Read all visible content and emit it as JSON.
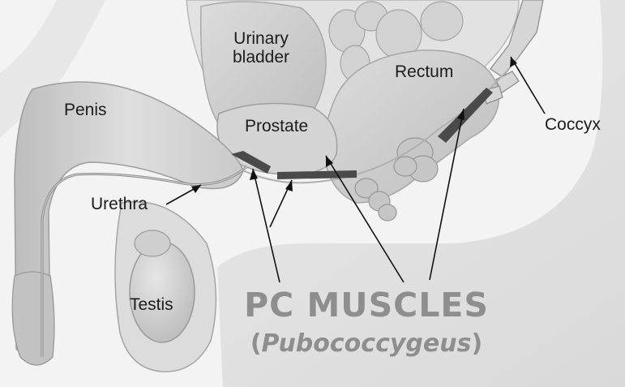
{
  "labels": {
    "urinary_bladder_line1": "Urinary",
    "urinary_bladder_line2": "bladder",
    "rectum": "Rectum",
    "penis": "Penis",
    "prostate": "Prostate",
    "coccyx": "Coccyx",
    "urethra": "Urethra",
    "testis": "Testis"
  },
  "title": "PC MUSCLES",
  "subtitle": {
    "open_paren": "(",
    "latin_name": "Pubococcygeus",
    "close_paren": ")"
  },
  "colors": {
    "muscle": "#4a4a4a",
    "annotation_text": "#8e8e8e",
    "label_text": "#1c1c1c"
  }
}
